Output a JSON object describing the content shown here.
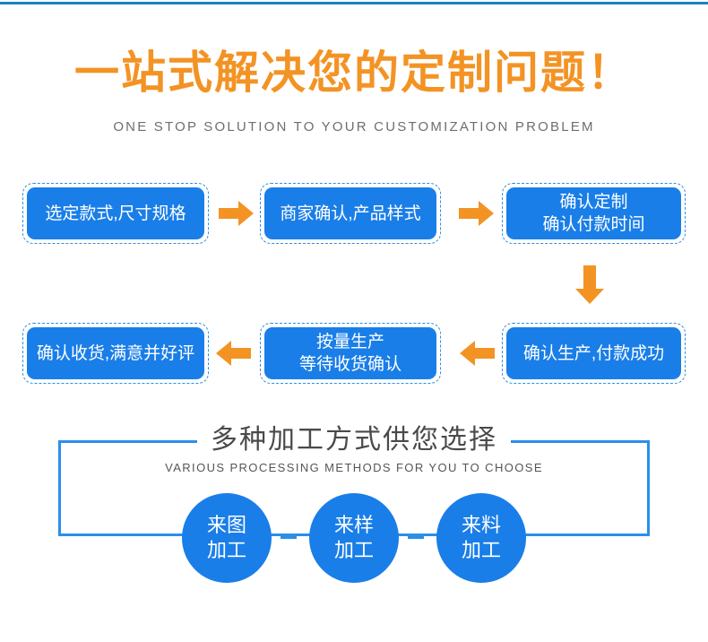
{
  "theme": {
    "accent_orange": "#f39324",
    "accent_blue": "#1a7ee8",
    "rule_blue": "#1a82c4",
    "border_blue": "#2b8fe8",
    "title_gray": "#4a4a4a",
    "subtitle_gray": "#6e6e6e"
  },
  "header": {
    "title": "一站式解决您的定制问题！",
    "subtitle": "ONE STOP SOLUTION TO YOUR CUSTOMIZATION PROBLEM"
  },
  "flow": {
    "steps": [
      {
        "id": "step-1",
        "label": "选定款式,尺寸规格"
      },
      {
        "id": "step-2",
        "label": "商家确认,产品样式"
      },
      {
        "id": "step-3",
        "label": "确认定制\n确认付款时间"
      },
      {
        "id": "step-4",
        "label": "确认收货,满意并好评"
      },
      {
        "id": "step-5",
        "label": "按量生产\n等待收货确认"
      },
      {
        "id": "step-6",
        "label": "确认生产,付款成功"
      }
    ],
    "arrows": [
      {
        "id": "arrow-right-1",
        "direction": "right"
      },
      {
        "id": "arrow-right-2",
        "direction": "right"
      },
      {
        "id": "arrow-down-1",
        "direction": "down"
      },
      {
        "id": "arrow-left-1",
        "direction": "left"
      },
      {
        "id": "arrow-left-2",
        "direction": "left"
      }
    ]
  },
  "panel": {
    "title": "多种加工方式供您选择",
    "subtitle": "VARIOUS PROCESSING METHODS FOR YOU TO CHOOSE",
    "options": [
      {
        "id": "option-drawing",
        "label": "来图\n加工"
      },
      {
        "id": "option-sample",
        "label": "来样\n加工"
      },
      {
        "id": "option-material",
        "label": "来料\n加工"
      }
    ]
  }
}
